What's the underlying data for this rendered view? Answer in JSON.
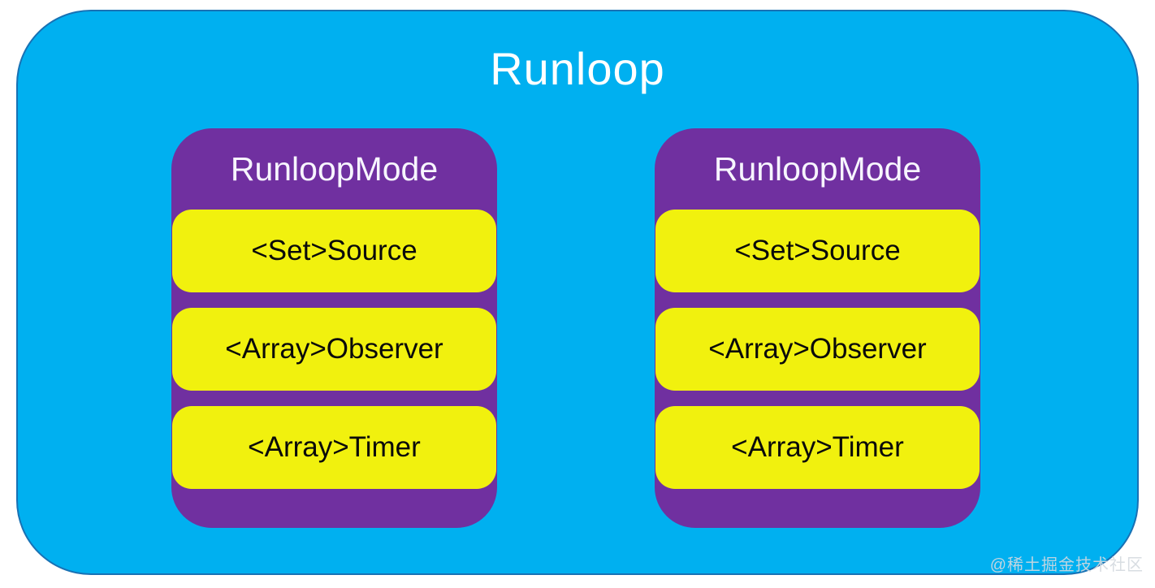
{
  "diagram": {
    "title": "Runloop",
    "modes": [
      {
        "title": "RunloopMode",
        "items": [
          "<Set>Source",
          "<Array>Observer",
          "<Array>Timer"
        ]
      },
      {
        "title": "RunloopMode",
        "items": [
          "<Set>Source",
          "<Array>Observer",
          "<Array>Timer"
        ]
      }
    ],
    "watermark": "@稀土掘金技术社区",
    "colors": {
      "page_background": "#FFFFFF",
      "runloop_fill": "#00B0F0",
      "runloop_border": "#2C3E84",
      "mode_fill": "#7030A0",
      "item_fill": "#F1F10E",
      "runloop_title_text": "#FFFFFF",
      "mode_title_text": "#FFFFFF",
      "item_text": "#000000",
      "watermark_text": "#D4D9DF"
    }
  }
}
